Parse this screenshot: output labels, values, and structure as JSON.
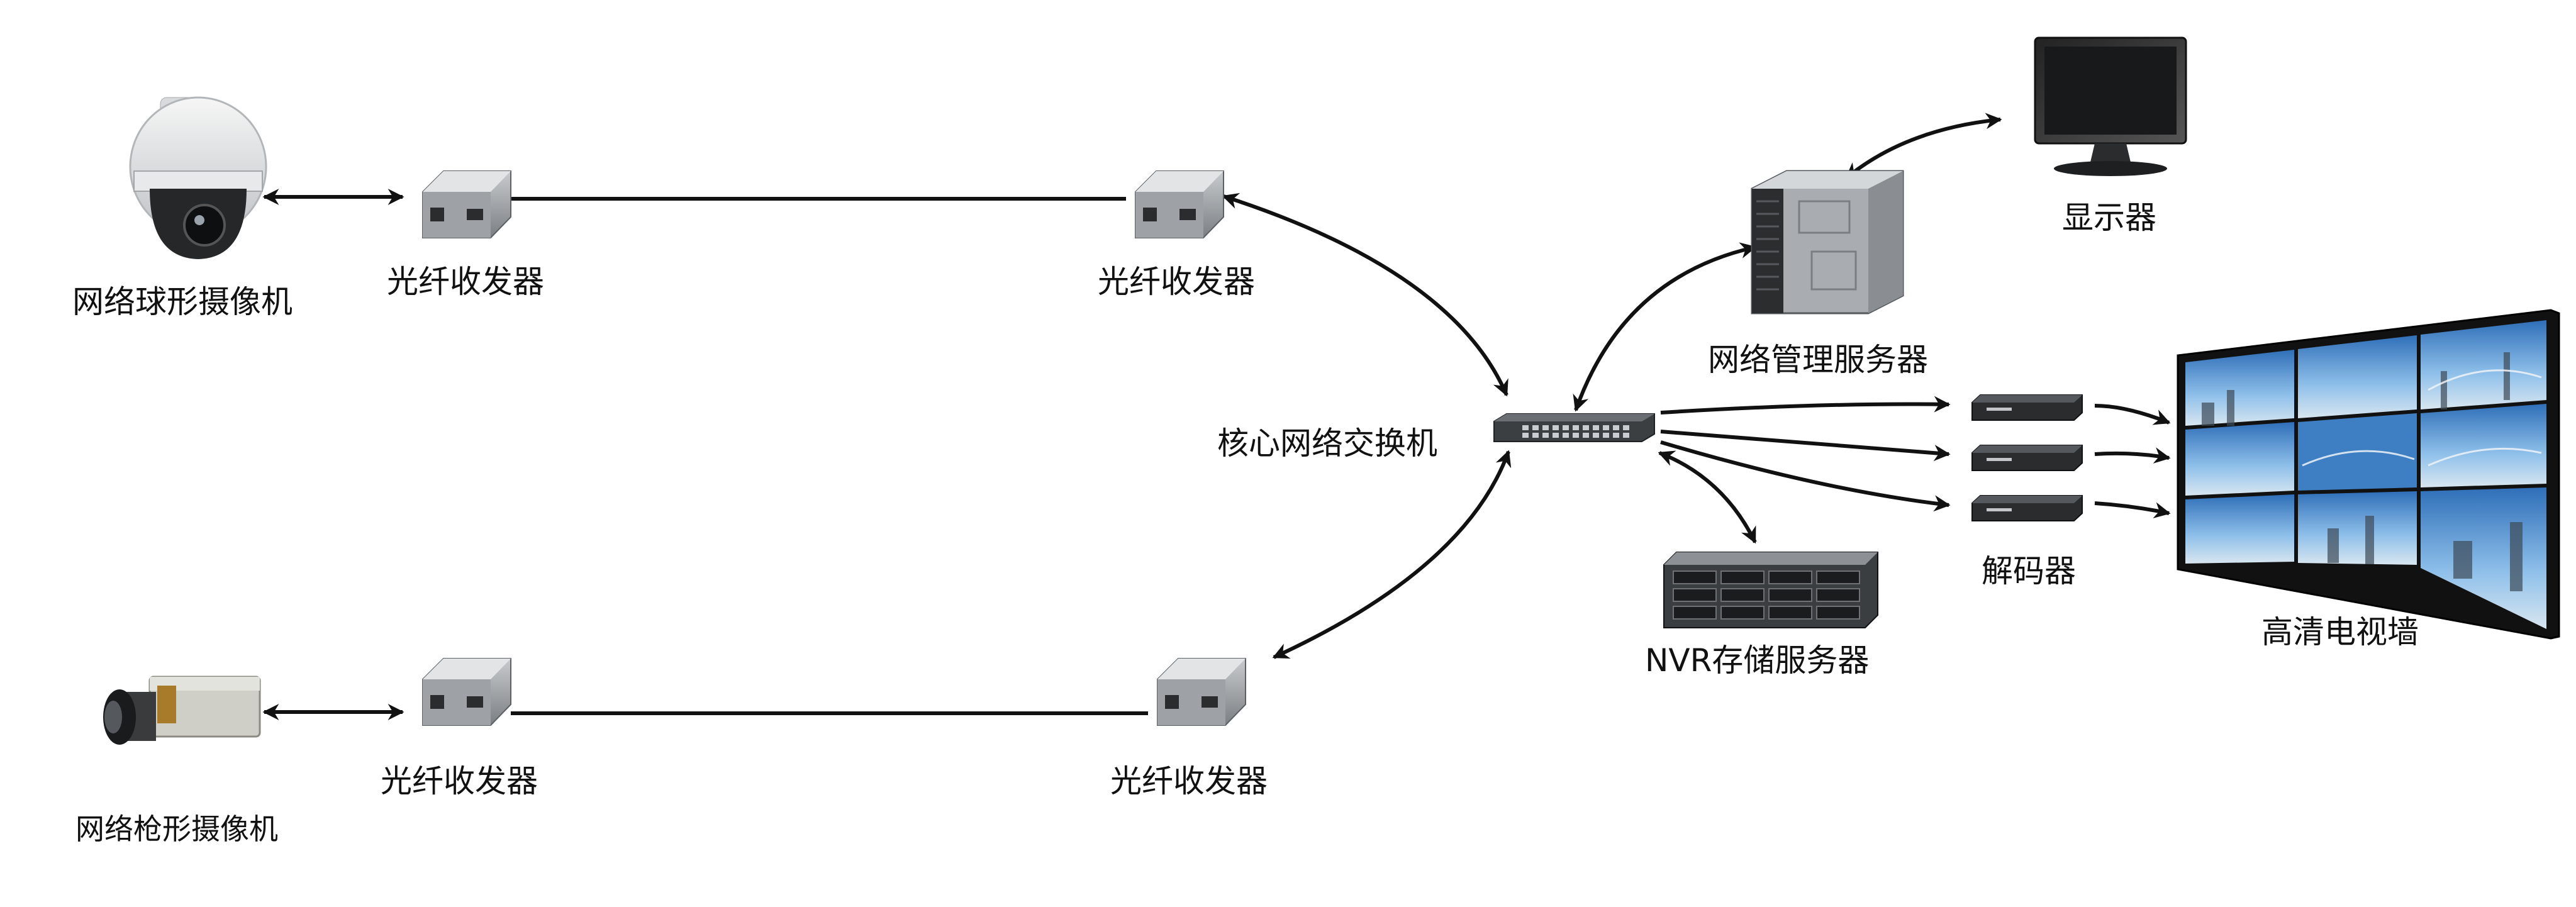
{
  "labels": {
    "dome_camera": "网络球形摄像机",
    "bullet_camera": "网络枪形摄像机",
    "transceiver_1": "光纤收发器",
    "transceiver_2": "光纤收发器",
    "transceiver_3": "光纤收发器",
    "transceiver_4": "光纤收发器",
    "core_switch": "核心网络交换机",
    "mgmt_server": "网络管理服务器",
    "monitor": "显示器",
    "decoder": "解码器",
    "nvr": "NVR存储服务器",
    "tv_wall": "高清电视墙"
  },
  "colors": {
    "line": "#111111",
    "device_gray": "#8c9094",
    "device_dark": "#2e3134",
    "screen_sky": "#4f8fd0"
  },
  "icons": [
    "dome-camera-icon",
    "bullet-camera-icon",
    "fiber-transceiver-icon",
    "network-switch-icon",
    "rack-server-icon",
    "monitor-icon",
    "decoder-icon",
    "storage-server-icon",
    "video-wall-icon"
  ]
}
